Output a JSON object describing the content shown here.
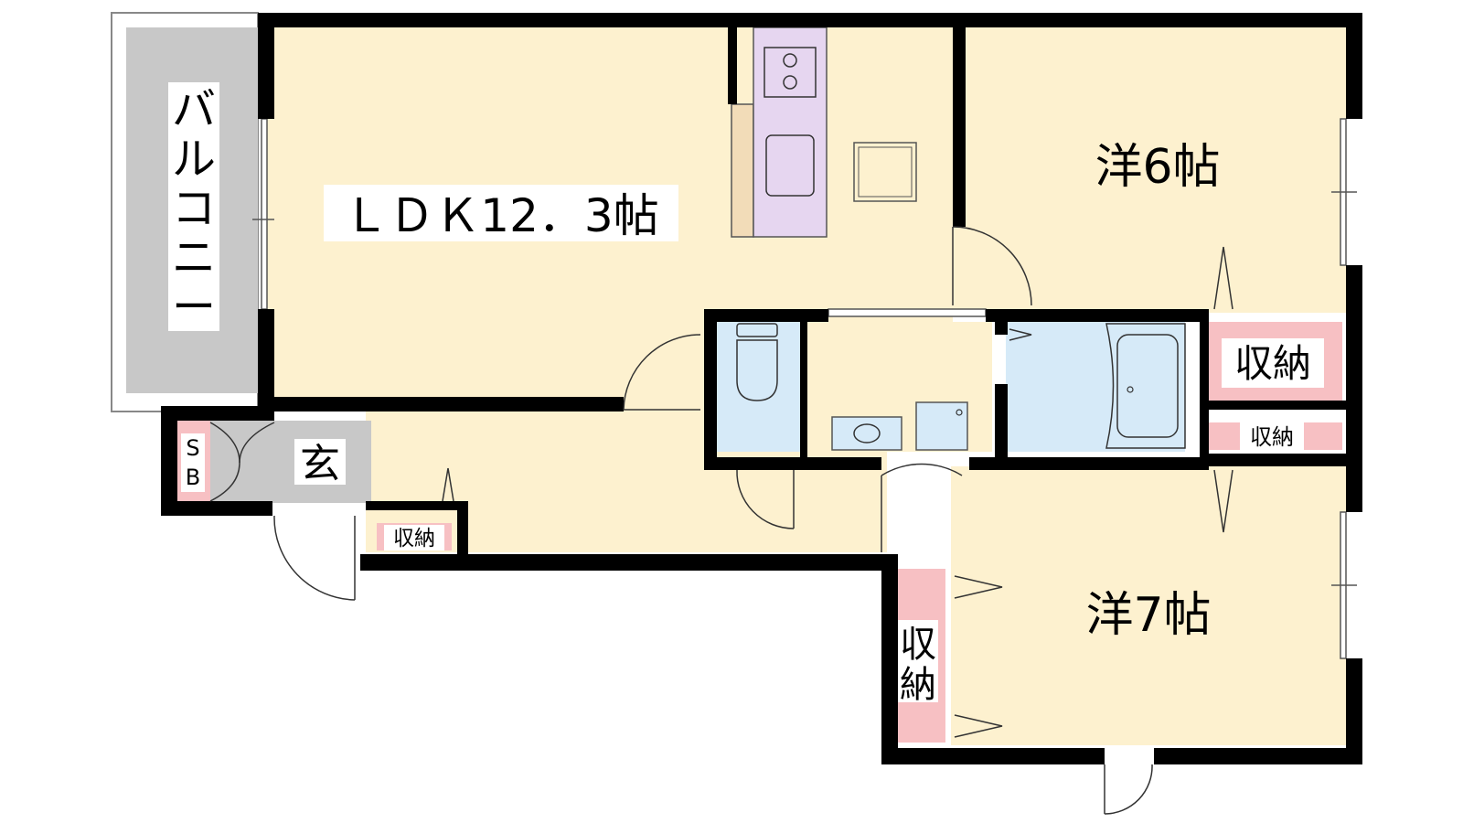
{
  "rooms": {
    "balcony": "バルコニー",
    "ldk": "ＬＤＫ12．3帖",
    "western_6": "洋6帖",
    "western_7": "洋7帖",
    "entrance": "玄",
    "shoe_box": "SB",
    "storage_a": "収納",
    "storage_b": "収納",
    "storage_c": "収納",
    "storage_d": "収納"
  },
  "colors": {
    "floor": "#fdf1cf",
    "wet_area": "#d6eaf8",
    "storage": "#f7c0c3",
    "balcony": "#c8c8c8",
    "entrance": "#c8c8c8",
    "kitchen": "#e6d6f0",
    "wall": "#000000"
  }
}
